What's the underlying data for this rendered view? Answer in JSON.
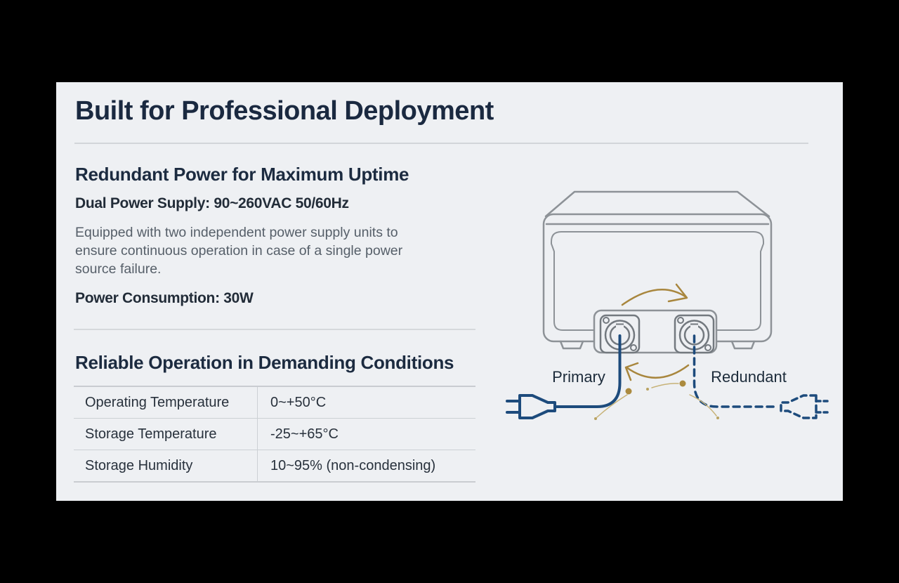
{
  "title": "Built for Professional Deployment",
  "sections": {
    "power": {
      "heading": "Redundant Power for Maximum Uptime",
      "subheading": "Dual Power Supply: 90~260VAC 50/60Hz",
      "description_lines": [
        "Equipped with two independent power supply units to",
        "ensure continuous operation in case of a single power",
        "source failure."
      ],
      "consumption": "Power Consumption: 30W"
    },
    "conditions": {
      "heading": "Reliable Operation in Demanding Conditions",
      "table": {
        "rows": [
          {
            "label": "Operating Temperature",
            "value": "0~+50°C"
          },
          {
            "label": "Storage Temperature",
            "value": "-25~+65°C"
          },
          {
            "label": "Storage Humidity",
            "value": "10~95% (non-condensing)"
          }
        ]
      }
    }
  },
  "diagram": {
    "primary_label": "Primary",
    "redundant_label": "Redundant",
    "colors": {
      "slide_background": "#eef0f3",
      "outer_background": "#000000",
      "device_outline_gray": "#8d9297",
      "connector_gray": "#73797f",
      "cable_blue": "#1d4b7c",
      "accent_gold": "#a8863d",
      "accent_gold_light": "#c7b277",
      "heading_navy": "#1a2940"
    }
  }
}
